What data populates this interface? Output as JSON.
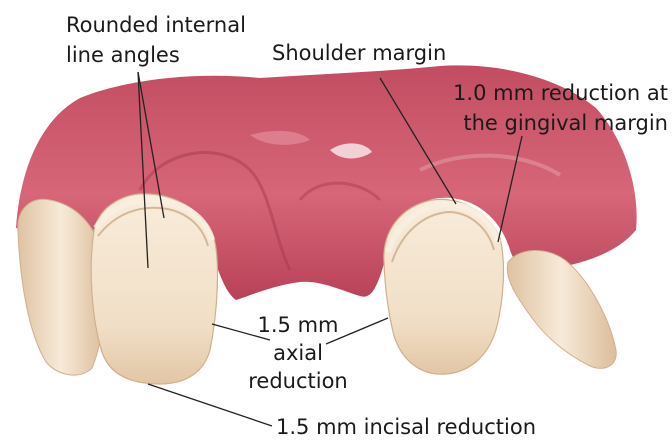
{
  "labels": {
    "rounded_internal": [
      "Rounded internal",
      "line angles"
    ],
    "shoulder_margin": "Shoulder margin",
    "gingival_reduction": [
      "1.0 mm reduction at",
      "the gingival margin"
    ],
    "axial_reduction": [
      "1.5 mm",
      "axial",
      "reduction"
    ],
    "incisal_reduction": "1.5 mm incisal reduction"
  },
  "colors": {
    "gingiva": "#cf5a6e",
    "gingiva_dark": "#a93a4f",
    "gingiva_light": "#e796a3",
    "tooth": "#f3e4cf",
    "tooth_shadow": "#d9bfa2",
    "leader": "#222222"
  }
}
